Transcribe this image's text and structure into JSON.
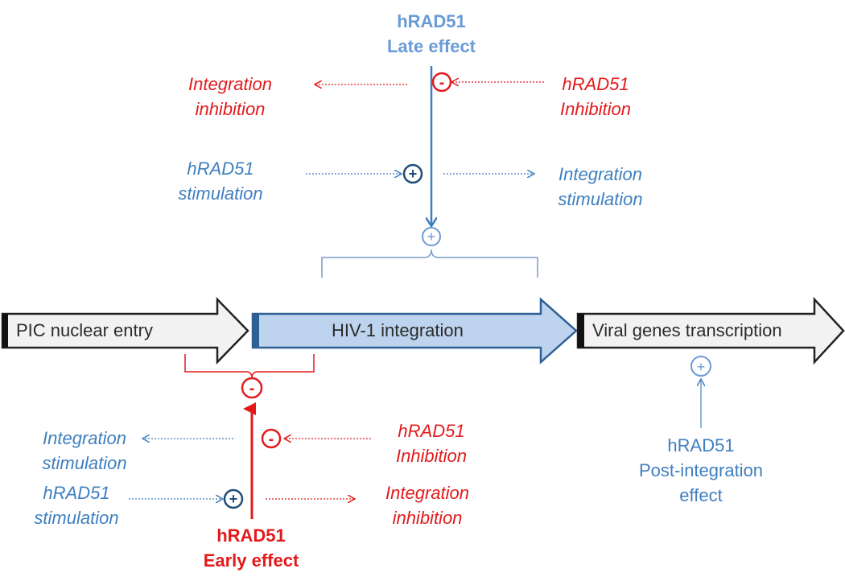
{
  "process": {
    "step1": "PIC nuclear entry",
    "step2": "HIV-1 integration",
    "step3": "Viral genes transcription"
  },
  "late": {
    "title1": "hRAD51",
    "title2": "Late effect",
    "inhibition_cause1": "hRAD51",
    "inhibition_cause2": "Inhibition",
    "inhibition_result1": "Integration",
    "inhibition_result2": "inhibition",
    "stimulation_cause1": "hRAD51",
    "stimulation_cause2": "stimulation",
    "stimulation_result1": "Integration",
    "stimulation_result2": "stimulation"
  },
  "early": {
    "title1": "hRAD51",
    "title2": "Early effect",
    "inhibition_cause1": "hRAD51",
    "inhibition_cause2": "Inhibition",
    "inhibition_result1": "Integration",
    "inhibition_result2": "stimulation",
    "stimulation_cause1": "hRAD51",
    "stimulation_cause2": "stimulation",
    "stimulation_result1": "Integration",
    "stimulation_result2": "inhibition"
  },
  "post": {
    "line1": "hRAD51",
    "line2": "Post-integration",
    "line3": "effect"
  },
  "symbols": {
    "plus": "+",
    "minus": "-"
  },
  "colors": {
    "blue": "#3f7fbf",
    "light_blue": "#6a9bd6",
    "dark_blue": "#1f4e79",
    "red": "#e31a1c",
    "integration_fill": "#bdd3ee",
    "arrow_fill": "#f2f2f2"
  }
}
